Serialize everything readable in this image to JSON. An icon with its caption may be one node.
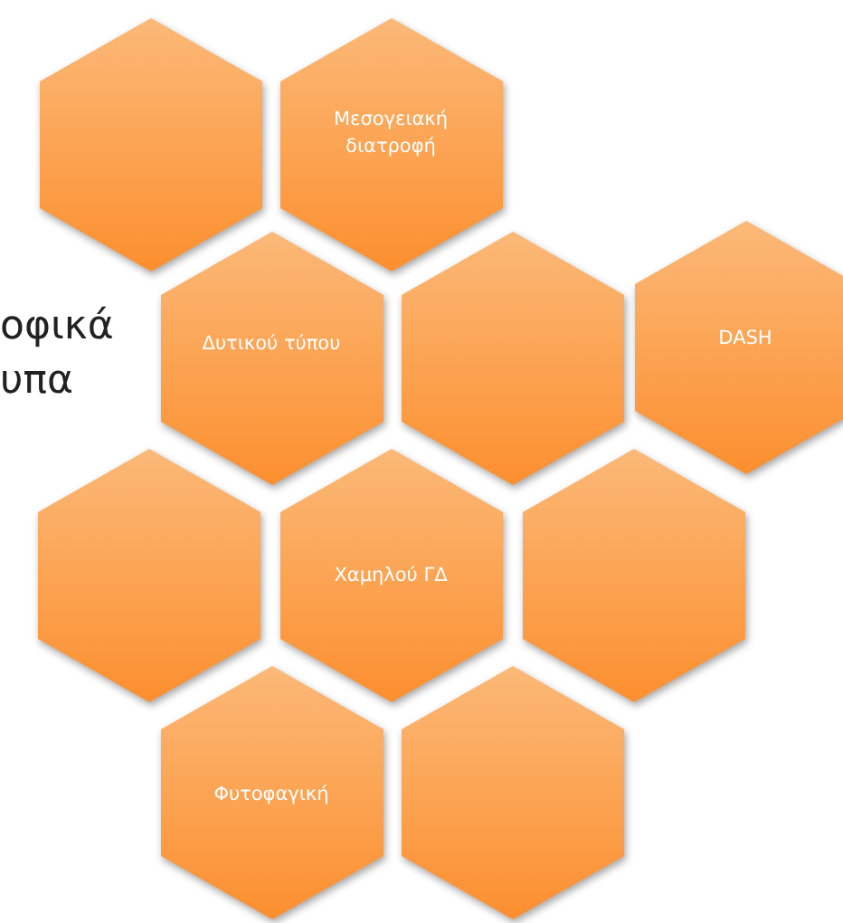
{
  "diagram": {
    "nodes": [
      {
        "text": [],
        "shape": "hexagon"
      },
      {
        "text": [
          "Μεσογειακή διατροφή"
        ]
      },
      {
        "text": [
          "Δυτικού τύπου"
        ]
      },
      {
        "text": [],
        "shape": "hexagon"
      },
      {
        "text": [
          "DASH"
        ]
      },
      {
        "text": [],
        "shape": "hexagon"
      },
      {
        "text": [
          "Χαμηλού ΓΔ"
        ]
      },
      {
        "text": [],
        "shape": "hexagon"
      },
      {
        "text": [
          "Φυτοφαγική"
        ]
      },
      {
        "text": [],
        "shape": "hexagon"
      }
    ],
    "labels": [
      "οφικά υπα"
    ]
  }
}
